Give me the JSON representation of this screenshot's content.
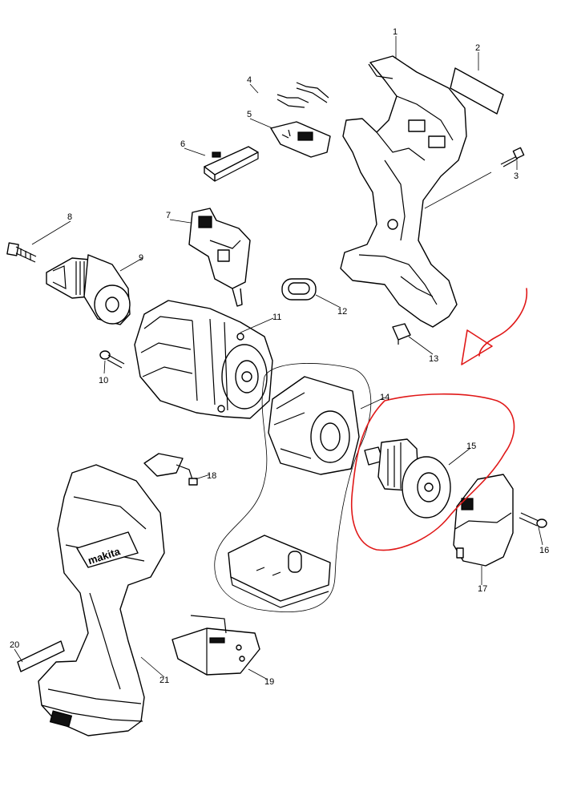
{
  "brand_label": "makita",
  "part_numbers": [
    "1",
    "2",
    "3",
    "4",
    "5",
    "6",
    "7",
    "8",
    "9",
    "10",
    "11",
    "12",
    "13",
    "14",
    "15",
    "16",
    "17",
    "18",
    "19",
    "20",
    "21"
  ],
  "annotation": {
    "color": "#e01818",
    "highlighted_part": "15"
  }
}
